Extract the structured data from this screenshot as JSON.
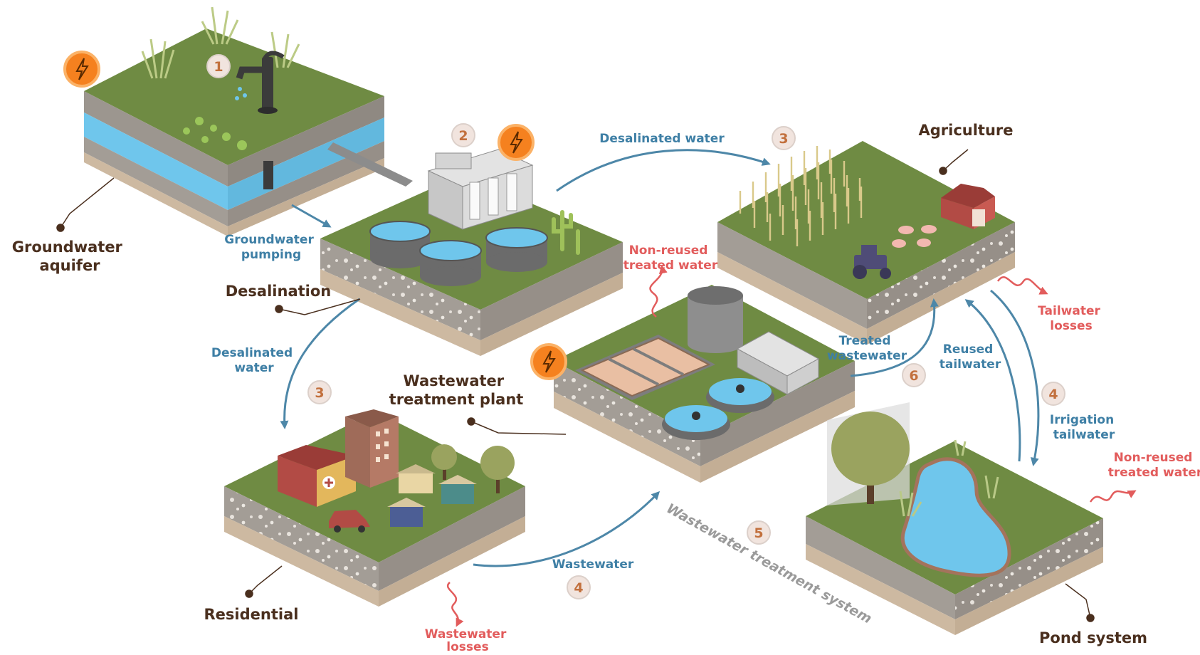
{
  "nodes": {
    "groundwater_aquifer": [
      "Groundwater",
      "aquifer"
    ],
    "desalination": [
      "Desalination"
    ],
    "agriculture": [
      "Agriculture"
    ],
    "wastewater_treatment_plant": [
      "Wastewater",
      "treatment plant"
    ],
    "residential": [
      "Residential"
    ],
    "pond_system": [
      "Pond system"
    ]
  },
  "flows": {
    "groundwater_pumping": [
      "Groundwater",
      "pumping"
    ],
    "desalinated_water_top": [
      "Desalinated water"
    ],
    "desalinated_water_left": [
      "Desalinated",
      "water"
    ],
    "wastewater": [
      "Wastewater"
    ],
    "treated_wastewater": [
      "Treated",
      "wastewater"
    ],
    "reused_tailwater": [
      "Reused",
      "tailwater"
    ],
    "irrigation_tailwater": [
      "Irrigation",
      "tailwater"
    ]
  },
  "losses": {
    "non_reused_treated_water_center": [
      "Non-reused",
      "treated water"
    ],
    "tailwater_losses": [
      "Tailwater",
      "losses"
    ],
    "wastewater_losses": [
      "Wastewater",
      "losses"
    ],
    "non_reused_treated_water_right": [
      "Non-reused",
      "treated water"
    ]
  },
  "steps": {
    "step_1": "1",
    "step_2": "2",
    "step_3_top": "3",
    "step_3_left": "3",
    "step_4_bottom": "4",
    "step_4_right": "4",
    "step_5": "5",
    "step_6": "6"
  },
  "system_label": "Wastewater treatment system",
  "icons": {
    "energy": "lightning-bolt-icon"
  },
  "colors": {
    "grass": "#6f8b43",
    "soil": "#a39d96",
    "soil_base": "#cdb9a1",
    "water": "#6fc6ec",
    "flow_arrow": "#4d87a8",
    "loss_arrow": "#e25c5c",
    "energy_badge": "#f5811f",
    "step_badge": "#f1e4de"
  }
}
